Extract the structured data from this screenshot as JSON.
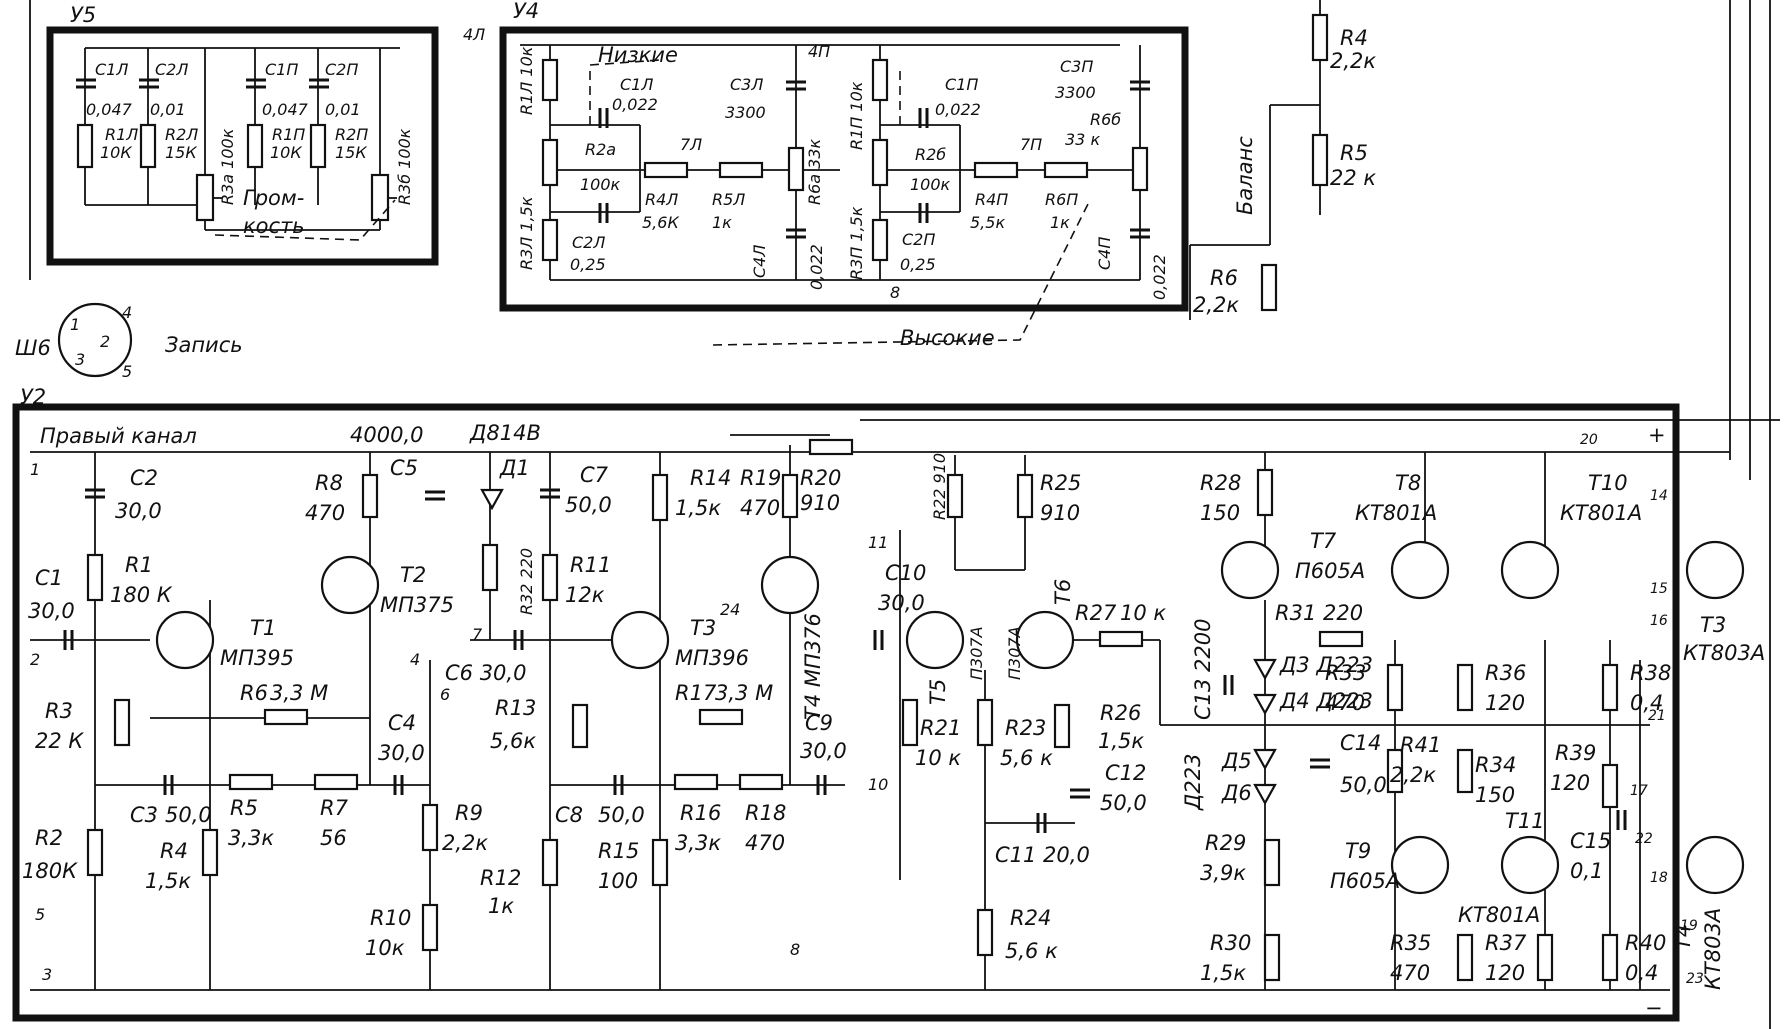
{
  "blocks": {
    "u5": "У5",
    "u4": "У4",
    "u2": "У2",
    "connector": "Ш6",
    "volume_line1": "Гром-",
    "volume_line2": "кость",
    "low": "Низкие",
    "high": "Высокие",
    "balance": "Баланс",
    "record": "Запись",
    "right_channel": "Правый канал"
  },
  "u5_labels": [
    "С1Л",
    "С2Л",
    "0,047",
    "0,01",
    "R1Л",
    "10К",
    "R2Л",
    "15К",
    "С1П",
    "С2П",
    "0,047",
    "0,01",
    "R1П",
    "10К",
    "R2П",
    "15К",
    "R3а 100к",
    "R3б 100к"
  ],
  "u4_labels": [
    "4Л",
    "4П",
    "R1Л 10к",
    "R3Л 1,5к",
    "С1Л",
    "0,022",
    "R2а",
    "100к",
    "С2Л",
    "0,25",
    "7Л",
    "R4Л",
    "5,6К",
    "R5Л",
    "1к",
    "С3Л",
    "3300",
    "R6а 33к",
    "С4Л",
    "0,022",
    "R1П 10к",
    "R3П 1,5к",
    "С1П",
    "0,022",
    "R2б",
    "100к",
    "С2П",
    "0,25",
    "7П",
    "R4П",
    "5,5к",
    "R6П",
    "1к",
    "С3П",
    "3300",
    "R6б",
    "33 к",
    "С4П",
    "0,022",
    "8"
  ],
  "external_labels": [
    "R4",
    "2,2к",
    "R5",
    "22 к",
    "R6",
    "2,2к",
    "1",
    "2",
    "3",
    "4",
    "5"
  ],
  "u2_labels": [
    "1",
    "2",
    "3",
    "4",
    "5",
    "С2",
    "30,0",
    "С1",
    "30,0",
    "R1",
    "180 К",
    "R3",
    "22 К",
    "R2",
    "180К",
    "С3",
    "50,0",
    "R4",
    "1,5к",
    "R5",
    "3,3к",
    "R6",
    "3,3 М",
    "R7",
    "56",
    "R8",
    "470",
    "Т1",
    "МП395",
    "Т2",
    "МП375",
    "4000,0",
    "С5",
    "С4",
    "30,0",
    "R9",
    "2,2к",
    "R10",
    "10к",
    "Д814В",
    "Д1",
    "R32 220",
    "С7",
    "50,0",
    "R11",
    "12к",
    "С6 30,0",
    "R13",
    "5,6к",
    "R12",
    "1к",
    "С8",
    "50,0",
    "R15",
    "100",
    "Т3",
    "МП396",
    "R14",
    "1,5к",
    "R19",
    "470",
    "R20",
    "910",
    "24",
    "Т4 МП376",
    "R16",
    "3,3к",
    "R17",
    "3,3 М",
    "R18",
    "470",
    "С9",
    "30,0",
    "6",
    "7",
    "10",
    "11",
    "С10",
    "30,0",
    "R22 910",
    "R21",
    "10 к",
    "Т5",
    "П307А",
    "Т6",
    "П307А",
    "R25",
    "910",
    "R27",
    "10 к",
    "R23",
    "5,6 к",
    "R26",
    "1,5к",
    "С12",
    "50,0",
    "С11 20,0",
    "R24",
    "5,6 к",
    "R28",
    "150",
    "Т7",
    "П605А",
    "R31 220",
    "С13 2200",
    "Д3 Д223",
    "Д4 Д223",
    "Д223",
    "Д5",
    "Д6",
    "С14",
    "50,0",
    "R29",
    "3,9к",
    "R30",
    "1,5к",
    "Т8",
    "КТ801А",
    "R33",
    "470",
    "R41",
    "2,2к",
    "R34",
    "150",
    "R35",
    "470",
    "Т9",
    "П605А",
    "Т10",
    "КТ801А",
    "R36",
    "120",
    "R37",
    "120",
    "Т11",
    "КТ801А",
    "R38",
    "0,4",
    "R39",
    "120",
    "С15",
    "0,1",
    "R40",
    "0,4",
    "Т3",
    "КТ803А",
    "Т4",
    "КТ803А",
    "14",
    "15",
    "16",
    "17",
    "18",
    "19",
    "20",
    "21",
    "22",
    "23",
    "8",
    "+",
    "−"
  ]
}
